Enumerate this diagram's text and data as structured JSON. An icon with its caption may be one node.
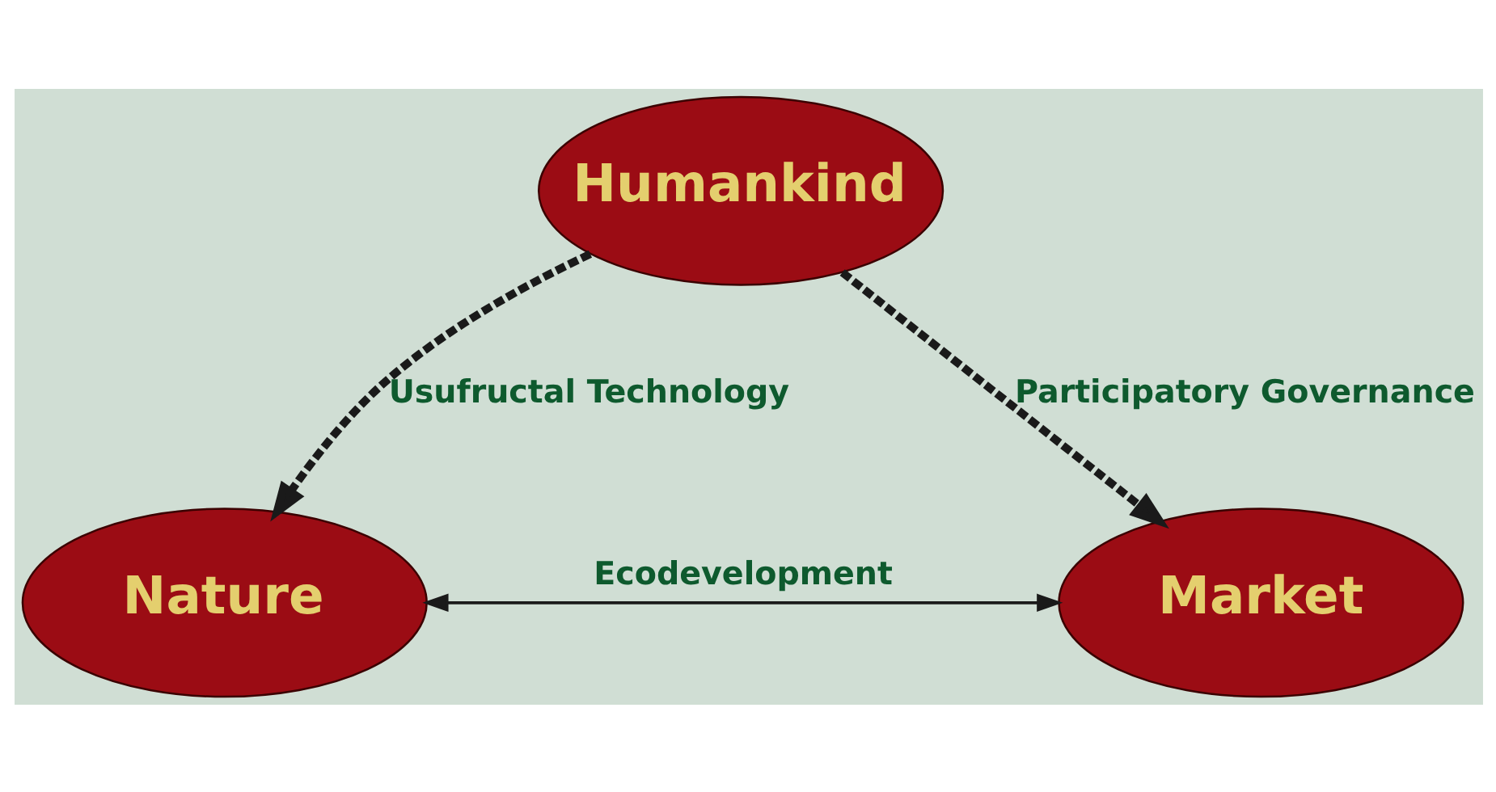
{
  "diagram": {
    "nodes": [
      {
        "text": [
          "Humankind"
        ]
      },
      {
        "text": [
          "Nature"
        ]
      },
      {
        "text": [
          "Market"
        ]
      }
    ],
    "edges": [
      {
        "from": 0,
        "to": 1,
        "arrow": "to",
        "label": "Usufructal Technology",
        "style": "dashed"
      },
      {
        "from": 0,
        "to": 2,
        "arrow": "to",
        "label": "Participatory Governance",
        "style": "dashed"
      },
      {
        "from": 1,
        "to": 2,
        "arrow": "both",
        "label": "Ecodevelopment"
      }
    ]
  }
}
